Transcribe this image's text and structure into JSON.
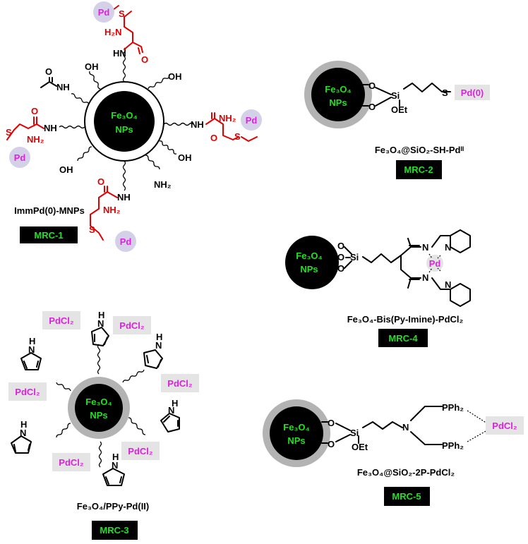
{
  "colors": {
    "core": "#000000",
    "core_text": "#22e022",
    "shell_gray": "#b3b3b3",
    "ligand_red": "#e00000",
    "pd_magenta": "#e020e0",
    "pd_bubble": "#d4d0e8",
    "pd_box": "#e4e4e4",
    "tag_bg": "#000000",
    "tag_text": "#22e022"
  },
  "core": {
    "line1": "Fe₃O₄",
    "line2": "NPs"
  },
  "mrc1": {
    "caption": "ImmPd(0)-MNPs",
    "tag": "MRC-1",
    "pd_label": "Pd",
    "oh": "OH",
    "nh": "NH",
    "hn": "HN",
    "nh2": "NH₂",
    "h2n": "H₂N",
    "s": "S",
    "o": "O"
  },
  "mrc2": {
    "caption": "Fe₃O₄@SiO₂-SH-Pdᴵᴵ",
    "tag": "MRC-2",
    "pd_label": "Pd(0)",
    "o": "O",
    "si": "Si",
    "oet": "OEt",
    "s": "S"
  },
  "mrc3": {
    "caption": "Fe₃O₄/PPy-Pd(II)",
    "tag": "MRC-3",
    "pd_label": "PdCl₂",
    "nh_h": "H",
    "nh_n": "N"
  },
  "mrc4": {
    "caption": "Fe₃O₄-Bis(Py-Imine)-PdCl₂",
    "tag": "MRC-4",
    "pd_label": "Pd",
    "o": "O",
    "si": "Si",
    "n": "N"
  },
  "mrc5": {
    "caption": "Fe₃O₄@SiO₂-2P-PdCl₂",
    "tag": "MRC-5",
    "pd_label": "PdCl₂",
    "o": "O",
    "si": "Si",
    "oet": "OEt",
    "n": "N",
    "pph2": "PPh₂"
  }
}
